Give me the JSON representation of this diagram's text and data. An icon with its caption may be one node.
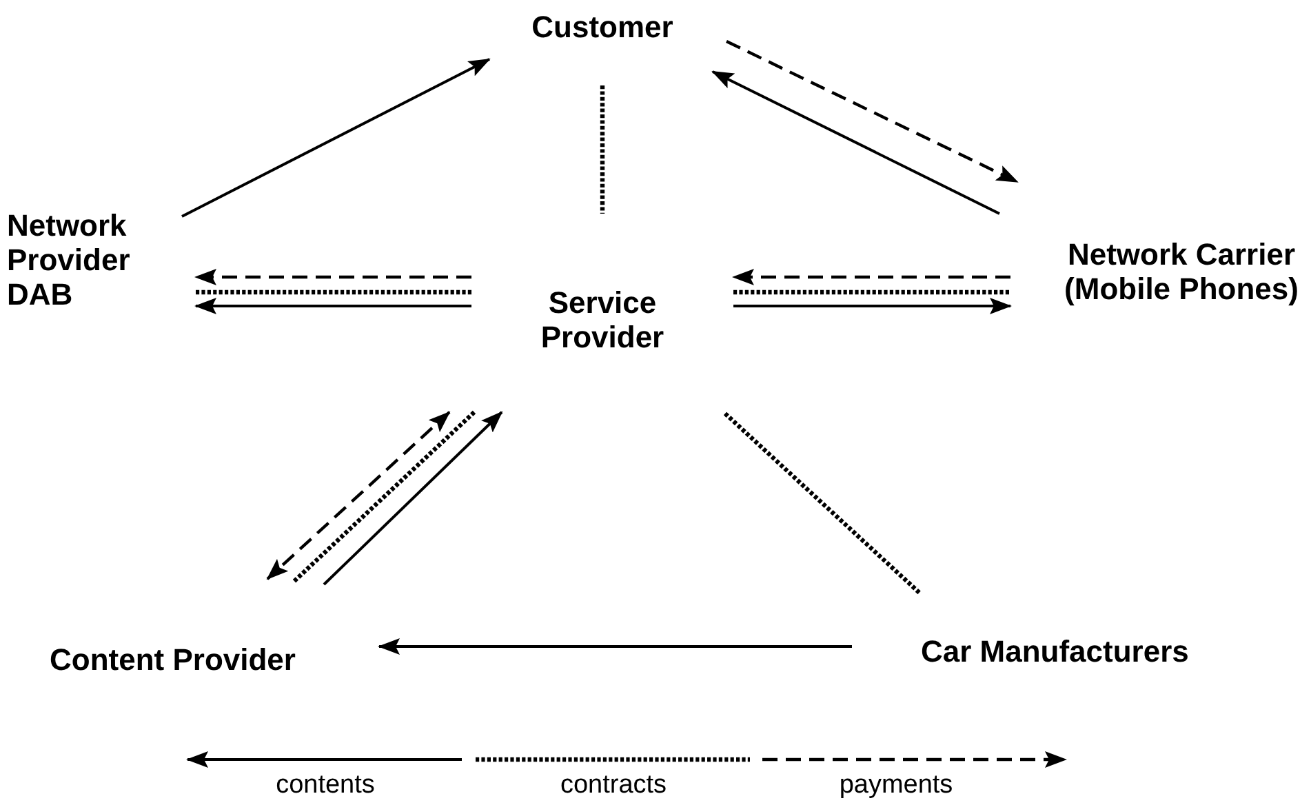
{
  "diagram": {
    "nodes": [
      {
        "text": [
          "Customer"
        ]
      },
      {
        "text": [
          "Network Provider DAB"
        ]
      },
      {
        "text": [
          "Service Provider"
        ]
      },
      {
        "text": [
          "Network Carrier (Mobile Phones)"
        ]
      },
      {
        "text": [
          "Content Provider"
        ]
      },
      {
        "text": [
          "Car Manufacturers"
        ]
      }
    ],
    "edges": [
      {
        "from": 1,
        "to": 0,
        "arrow": "to"
      },
      {
        "from": 0,
        "to": 3,
        "arrow": "to",
        "style": "dashed"
      },
      {
        "from": 3,
        "to": 0,
        "arrow": "to"
      },
      {
        "from": 0,
        "to": 2,
        "arrow": "none",
        "style": "dashed"
      },
      {
        "from": 2,
        "to": 1,
        "arrow": "to",
        "style": "dashed"
      },
      {
        "from": 2,
        "to": 1,
        "arrow": "none",
        "style": "dashed"
      },
      {
        "from": 2,
        "to": 1,
        "arrow": "to"
      },
      {
        "from": 3,
        "to": 2,
        "arrow": "to",
        "style": "dashed"
      },
      {
        "from": 2,
        "to": 3,
        "arrow": "none",
        "style": "dashed"
      },
      {
        "from": 2,
        "to": 3,
        "arrow": "to"
      },
      {
        "from": 2,
        "to": 4,
        "arrow": "both",
        "style": "dashed"
      },
      {
        "from": 2,
        "to": 4,
        "arrow": "none",
        "style": "dashed"
      },
      {
        "from": 4,
        "to": 2,
        "arrow": "to"
      },
      {
        "from": 2,
        "to": 5,
        "arrow": "none",
        "style": "dashed"
      },
      {
        "from": 5,
        "to": 4,
        "arrow": "to"
      }
    ],
    "legend": [
      {
        "text": "contents"
      },
      {
        "text": "contracts"
      },
      {
        "text": "payments"
      }
    ]
  }
}
